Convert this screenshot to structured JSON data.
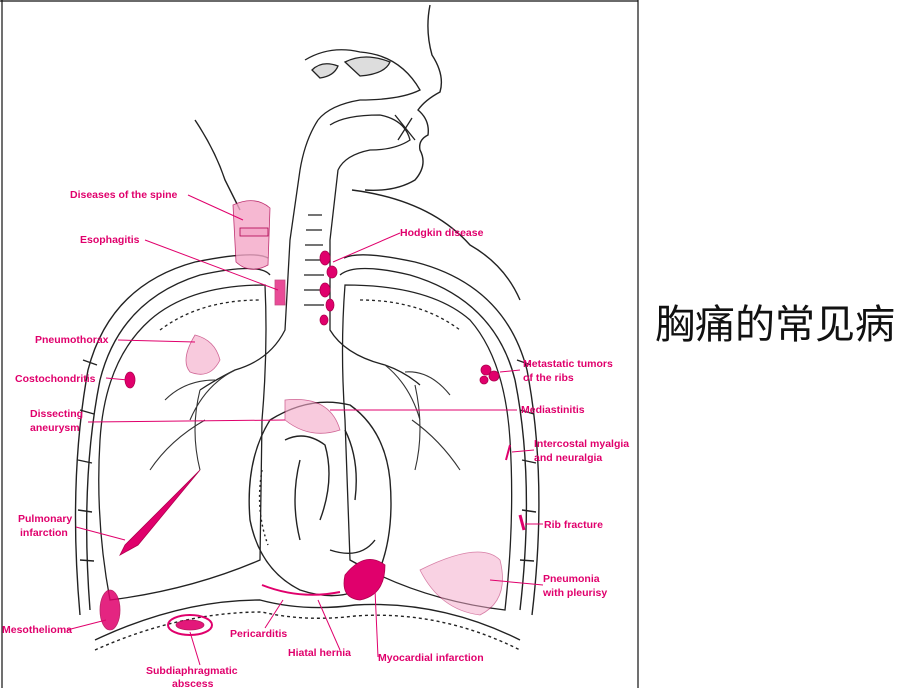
{
  "slide": {
    "title": "胸痛的常见病",
    "accent_color": "#e0006c",
    "line_color": "#222222"
  },
  "figure": {
    "labels": {
      "spine": "Diseases of the spine",
      "esophagitis": "Esophagitis",
      "hodgkin": "Hodgkin disease",
      "pneumothorax": "Pneumothorax",
      "costochondritis": "Costochondritis",
      "metastatic_1": "Metastatic tumors",
      "metastatic_2": "of the ribs",
      "dissecting_1": "Dissecting",
      "dissecting_2": "aneurysm",
      "mediastinitis": "Mediastinitis",
      "intercostal_1": "Intercostal myalgia",
      "intercostal_2": "and neuralgia",
      "pulmonary_1": "Pulmonary",
      "pulmonary_2": "infarction",
      "rib_fracture": "Rib fracture",
      "pneumonia_1": "Pneumonia",
      "pneumonia_2": "with pleurisy",
      "mesothelioma": "Mesothelioma",
      "pericarditis": "Pericarditis",
      "hiatal": "Hiatal hernia",
      "myocardial": "Myocardial infarction",
      "subdiaphragmatic_1": "Subdiaphragmatic",
      "subdiaphragmatic_2": "abscess"
    }
  }
}
